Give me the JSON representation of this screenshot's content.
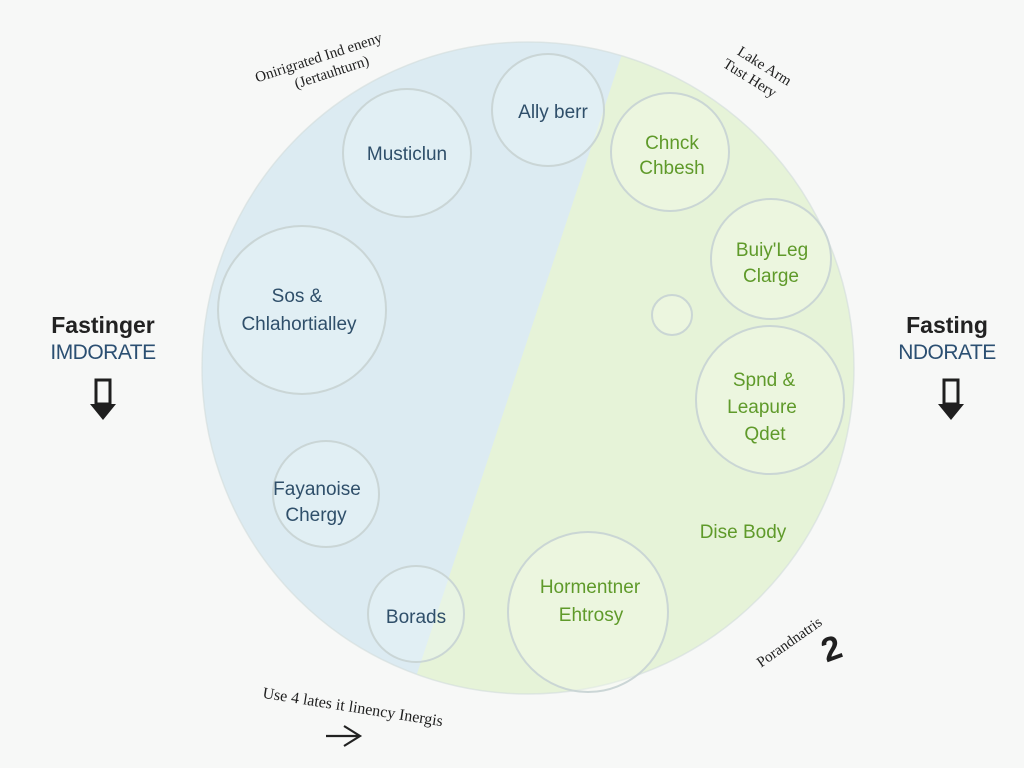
{
  "colors": {
    "left_half": "#dcebf2",
    "right_half": "#e6f3d8",
    "text_blue": "#2f4f6a",
    "text_green": "#5f9a2a",
    "side_subtitle": "#2b4f72"
  },
  "corner_labels": {
    "top_left": [
      "Onirigrated Ind eneny",
      "(Jertauhturn)"
    ],
    "top_right": [
      "Lake Arm",
      "Tust Hery"
    ],
    "bottom_left": "Use 4 lates it linency Inergis",
    "bottom_right": "Porandnatris",
    "bottom_right_number": "2"
  },
  "side_left": {
    "title": "Fastinger",
    "subtitle": "IMDORATE",
    "icon": "down-arrow-icon"
  },
  "side_right": {
    "title": "Fasting",
    "subtitle": "NDORATE",
    "icon": "down-arrow-icon"
  },
  "bubbles_left": [
    {
      "lines": [
        "Ally berr"
      ]
    },
    {
      "lines": [
        "Musticlun"
      ]
    },
    {
      "lines": [
        "Sos &",
        "Chlahortialley"
      ]
    },
    {
      "lines": [
        "Fayanoise",
        "Chergy"
      ]
    },
    {
      "lines": [
        "Borads"
      ]
    }
  ],
  "bubbles_right": [
    {
      "lines": [
        "Chnck",
        "Chbesh"
      ]
    },
    {
      "lines": [
        "Buiy'Leg",
        "Clarge"
      ]
    },
    {
      "lines": [
        "Spnd &",
        "Leapure",
        "Qdet"
      ]
    },
    {
      "lines": [
        "Hormentner",
        "Ehtrosy"
      ]
    }
  ],
  "free_labels": {
    "dise_body": "Dise Body"
  }
}
